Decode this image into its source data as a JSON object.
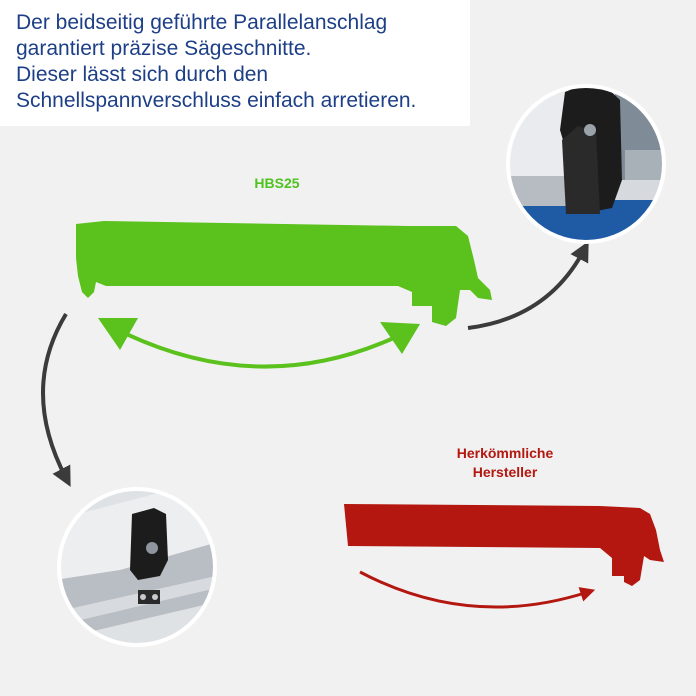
{
  "headline": {
    "lines": [
      "Der beidseitig geführte Parallelanschlag",
      "garantiert präzise Sägeschnitte.",
      "Dieser lässt sich durch den",
      "Schnellspannverschluss einfach arretieren."
    ]
  },
  "products": {
    "hbs25": {
      "label": "HBS25",
      "color": "#5ac11d"
    },
    "conventional": {
      "label_lines": [
        "Herkömmliche",
        "Hersteller"
      ],
      "color": "#b3170f"
    }
  }
}
